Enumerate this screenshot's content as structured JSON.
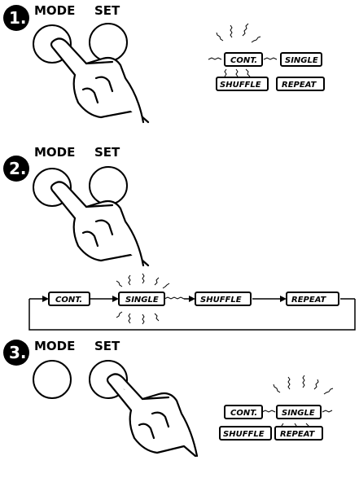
{
  "steps": [
    {
      "number": "1.",
      "mode_label": "MODE",
      "set_label": "SET"
    },
    {
      "number": "2.",
      "mode_label": "MODE",
      "set_label": "SET"
    },
    {
      "number": "3.",
      "mode_label": "MODE",
      "set_label": "SET"
    }
  ],
  "modes": {
    "cont": "CONT.",
    "single": "SINGLE",
    "shuffle": "SHUFFLE",
    "repeat": "REPEAT"
  }
}
